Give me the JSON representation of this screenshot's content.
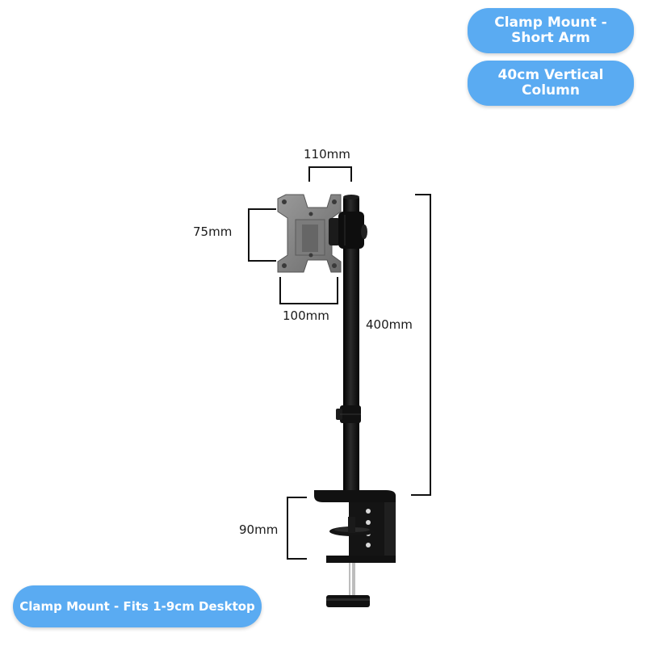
{
  "badges": {
    "clamp_short_arm": "Clamp Mount - Short Arm",
    "vertical_column": "40cm Vertical Column",
    "clamp_fits": "Clamp Mount - Fits 1-9cm Desktop"
  },
  "dimensions": {
    "top_width": "110mm",
    "vesa_height": "75mm",
    "vesa_width": "100mm",
    "pole_height": "400mm",
    "clamp_height": "90mm"
  },
  "colors": {
    "badge": "#5aabf2",
    "pole": "#111111",
    "plate": "#8a8a8a"
  }
}
